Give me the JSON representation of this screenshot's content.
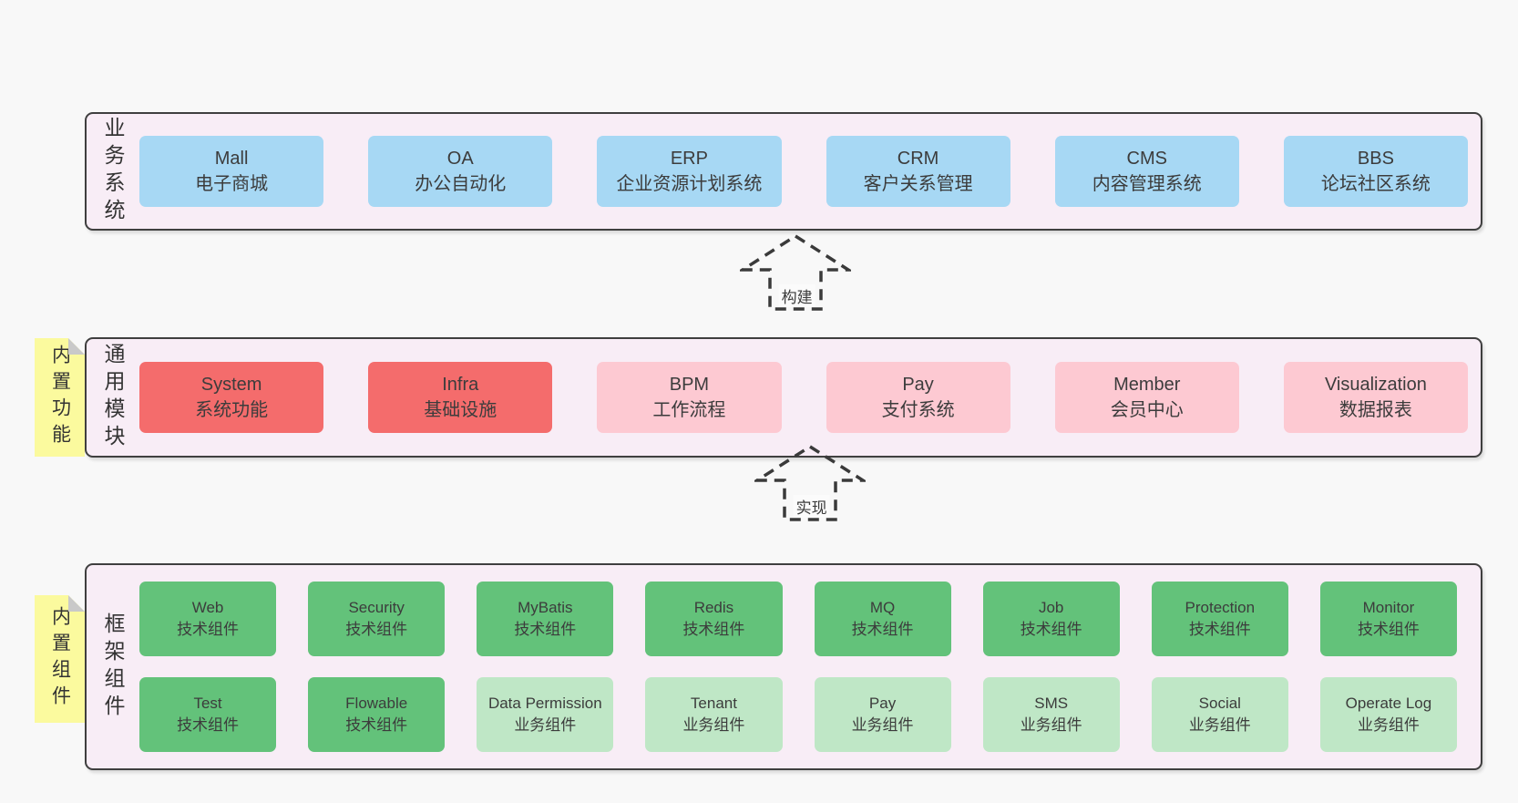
{
  "canvas": {
    "background": "#f8f8f8"
  },
  "colors": {
    "container_bg": "#f8edf6",
    "container_border": "#3f3f3f",
    "blue_box": "#a7d8f4",
    "red_box": "#f46c6c",
    "pink_box": "#fdc9d2",
    "green_box": "#63c27a",
    "light_green_box": "#bfe7c6",
    "tag_yellow": "#fbfa9e",
    "text": "#3c3c3c"
  },
  "arrows": [
    {
      "label": "构建"
    },
    {
      "label": "实现"
    }
  ],
  "layers": [
    {
      "side_label": "业务系统",
      "boxes": [
        {
          "name": "Mall",
          "desc": "电子商城",
          "variant": "blue"
        },
        {
          "name": "OA",
          "desc": "办公自动化",
          "variant": "blue"
        },
        {
          "name": "ERP",
          "desc": "企业资源计划系统",
          "variant": "blue"
        },
        {
          "name": "CRM",
          "desc": "客户关系管理",
          "variant": "blue"
        },
        {
          "name": "CMS",
          "desc": "内容管理系统",
          "variant": "blue"
        },
        {
          "name": "BBS",
          "desc": "论坛社区系统",
          "variant": "blue"
        }
      ]
    },
    {
      "side_label": "通用模块",
      "tag": "内置功能",
      "boxes": [
        {
          "name": "System",
          "desc": "系统功能",
          "variant": "red"
        },
        {
          "name": "Infra",
          "desc": "基础设施",
          "variant": "red"
        },
        {
          "name": "BPM",
          "desc": "工作流程",
          "variant": "pink"
        },
        {
          "name": "Pay",
          "desc": "支付系统",
          "variant": "pink"
        },
        {
          "name": "Member",
          "desc": "会员中心",
          "variant": "pink"
        },
        {
          "name": "Visualization",
          "desc": "数据报表",
          "variant": "pink"
        }
      ]
    },
    {
      "side_label": "框架组件",
      "tag": "内置组件",
      "boxes": [
        {
          "name": "Web",
          "desc": "技术组件",
          "variant": "green"
        },
        {
          "name": "Security",
          "desc": "技术组件",
          "variant": "green"
        },
        {
          "name": "MyBatis",
          "desc": "技术组件",
          "variant": "green"
        },
        {
          "name": "Redis",
          "desc": "技术组件",
          "variant": "green"
        },
        {
          "name": "MQ",
          "desc": "技术组件",
          "variant": "green"
        },
        {
          "name": "Job",
          "desc": "技术组件",
          "variant": "green"
        },
        {
          "name": "Protection",
          "desc": "技术组件",
          "variant": "green"
        },
        {
          "name": "Monitor",
          "desc": "技术组件",
          "variant": "green"
        },
        {
          "name": "Test",
          "desc": "技术组件",
          "variant": "green"
        },
        {
          "name": "Flowable",
          "desc": "技术组件",
          "variant": "green"
        },
        {
          "name": "Data Permission",
          "desc": "业务组件",
          "variant": "lgreen"
        },
        {
          "name": "Tenant",
          "desc": "业务组件",
          "variant": "lgreen"
        },
        {
          "name": "Pay",
          "desc": "业务组件",
          "variant": "lgreen"
        },
        {
          "name": "SMS",
          "desc": "业务组件",
          "variant": "lgreen"
        },
        {
          "name": "Social",
          "desc": "业务组件",
          "variant": "lgreen"
        },
        {
          "name": "Operate Log",
          "desc": "业务组件",
          "variant": "lgreen"
        }
      ]
    }
  ]
}
